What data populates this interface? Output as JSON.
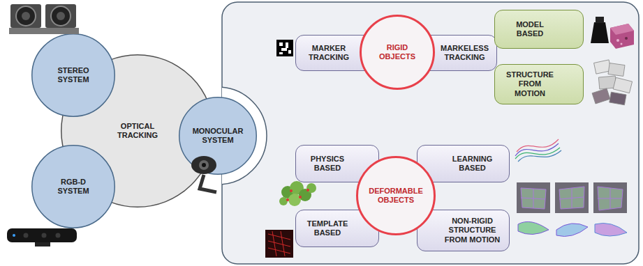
{
  "diagram": {
    "nodes": [
      {
        "text": [
          "OPTICAL TRACKING"
        ]
      },
      {
        "text": [
          "STEREO SYSTEM"
        ]
      },
      {
        "text": [
          "RGB-D SYSTEM"
        ]
      },
      {
        "text": [
          "MONOCULAR SYSTEM"
        ]
      },
      {
        "text": [
          "RIGID OBJECTS"
        ]
      },
      {
        "text": [
          "MARKER TRACKING"
        ]
      },
      {
        "text": [
          "MARKELESS TRACKING"
        ]
      },
      {
        "text": [
          "MODEL BASED"
        ]
      },
      {
        "text": [
          "STRUCTURE FROM MOTION"
        ]
      },
      {
        "text": [
          "DEFORMABLE OBJECTS"
        ]
      },
      {
        "text": [
          "PHYSICS BASED"
        ]
      },
      {
        "text": [
          "LEARNING BASED"
        ]
      },
      {
        "text": [
          "TEMPLATE BASED"
        ]
      },
      {
        "text": [
          "NON-RIGID STRUCTURE FROM MOTION"
        ]
      }
    ]
  }
}
